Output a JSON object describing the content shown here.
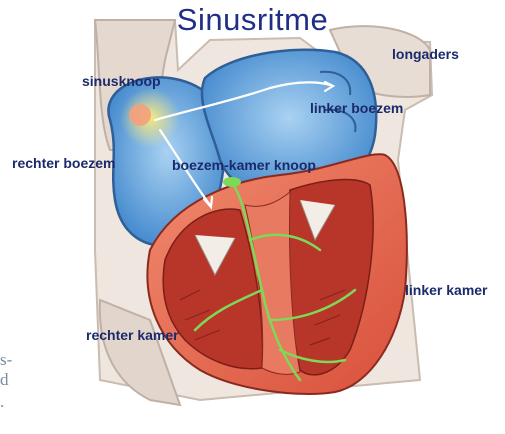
{
  "title": "Sinusritme",
  "labels": {
    "longaders": "longaders",
    "sinusknoop": "sinusknoop",
    "linker_boezem": "linker boezem",
    "rechter_boezem": "rechter boezem",
    "boezem_kamer_knoop": "boezem-kamer knoop",
    "linker_kamer": "linker kamer",
    "rechter_kamer": "rechter kamer"
  },
  "edge_fragments": [
    "s-",
    "d",
    "."
  ],
  "colors": {
    "title": "#1f2f86",
    "label": "#1b2a6b",
    "atria_blue": "#4a8fd0",
    "vessel": "#e9dfd8",
    "ventricle_red": "#e06a52",
    "myocardium": "#b8352a",
    "conduction": "#7ed957",
    "sa_node": "#f5a07a"
  }
}
